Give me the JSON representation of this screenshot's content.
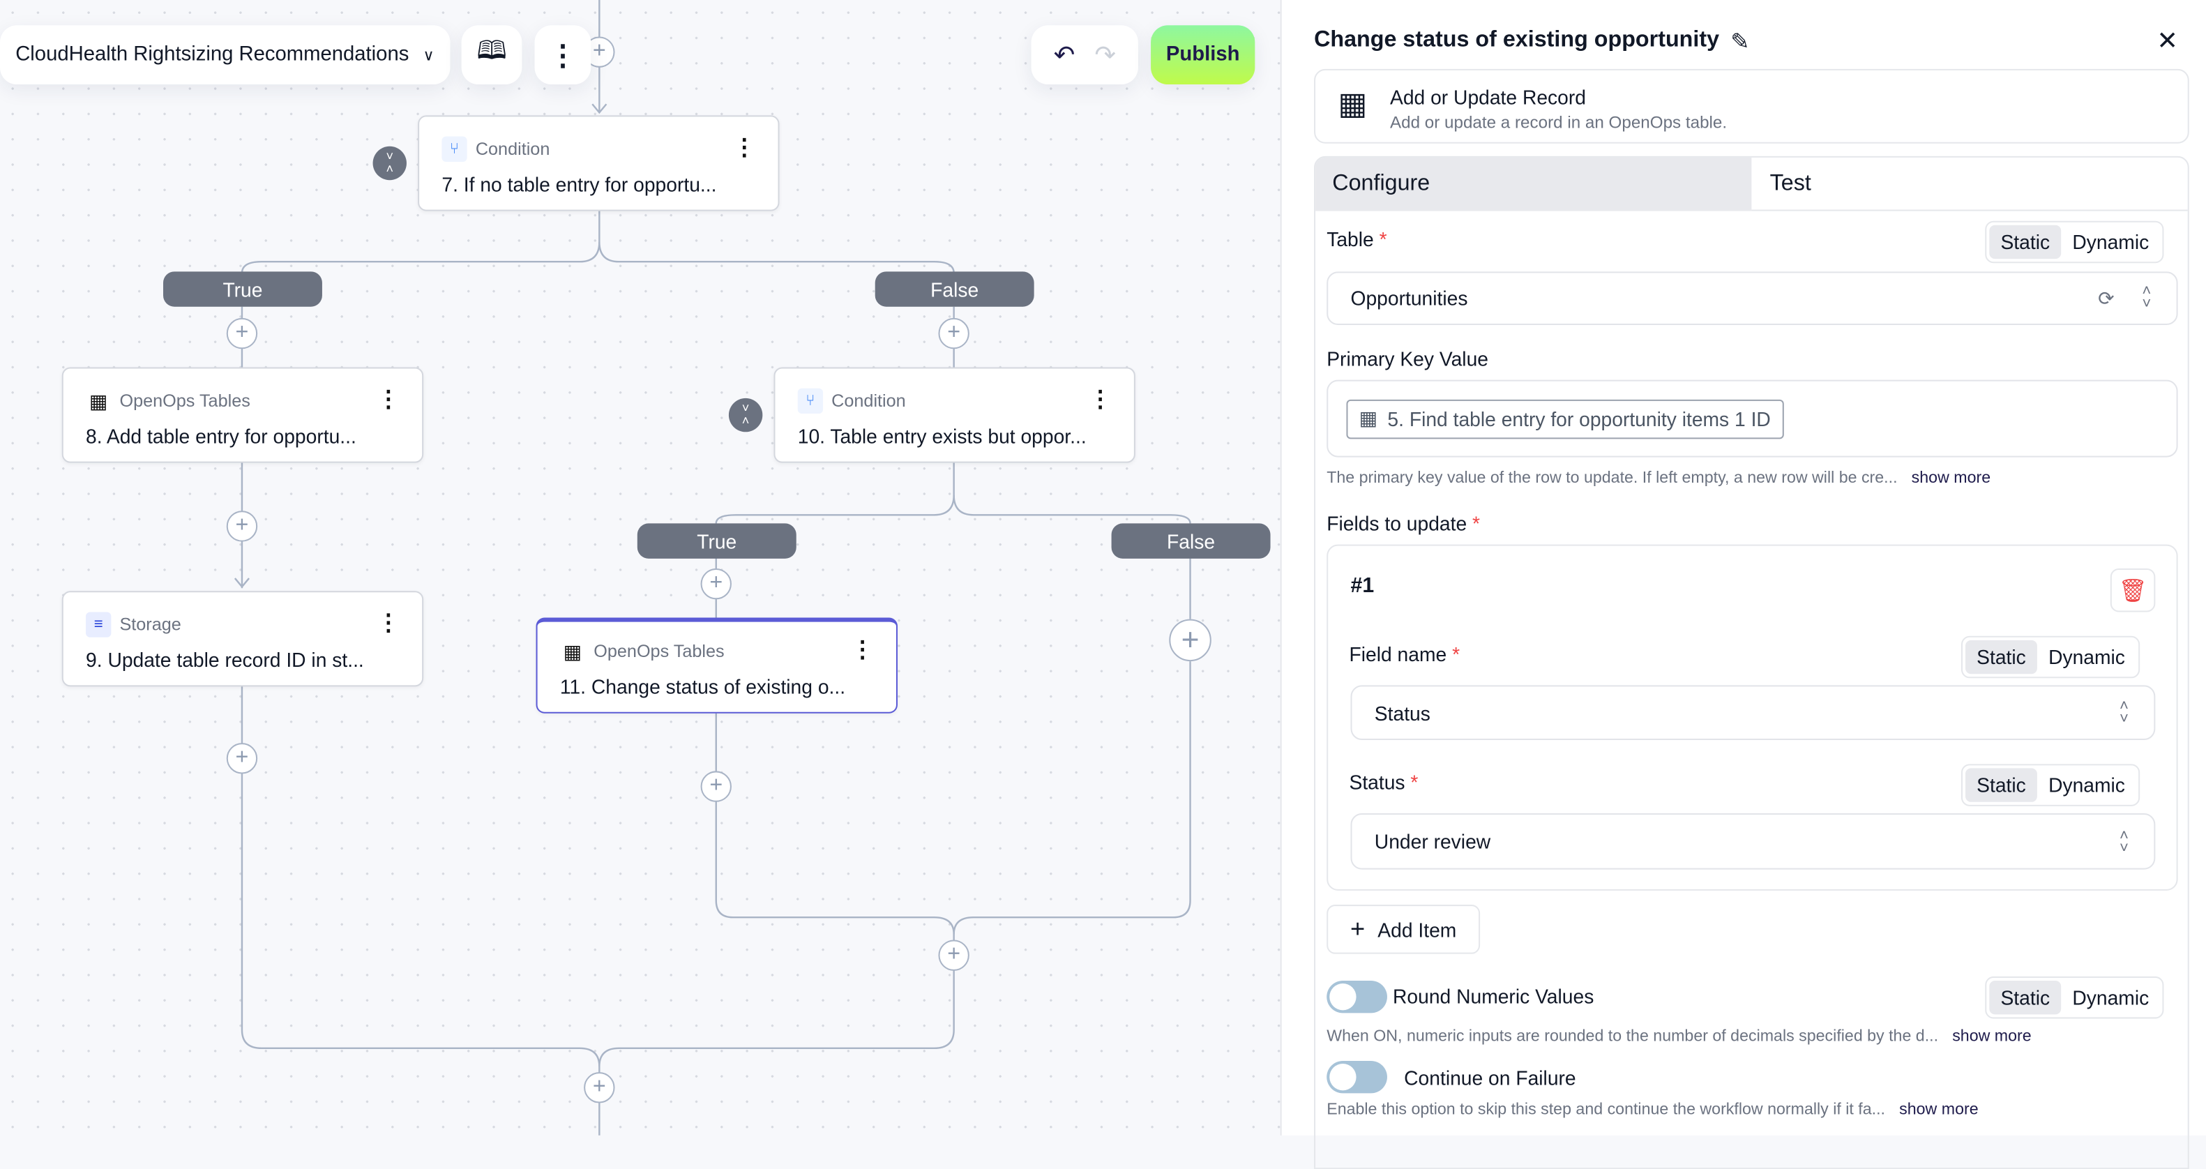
{
  "toolbar": {
    "flow_title": "CloudHealth Rightsizing Recommendations",
    "publish_label": "Publish",
    "publish_gradient": [
      "#8ef7a0",
      "#c0fa4a"
    ]
  },
  "flow": {
    "branch_labels": {
      "true": "True",
      "false": "False"
    },
    "nodes": [
      {
        "kind": "Condition",
        "title": "7. If no table entry for opportu...",
        "icon": "branch-icon"
      },
      {
        "kind": "OpenOps Tables",
        "title": "8. Add table entry for opportu...",
        "icon": "table-icon"
      },
      {
        "kind": "Condition",
        "title": "10. Table entry exists but oppor...",
        "icon": "branch-icon"
      },
      {
        "kind": "Storage",
        "title": "9. Update table record ID in st...",
        "icon": "database-icon"
      },
      {
        "kind": "OpenOps Tables",
        "title": "11. Change status of existing o...",
        "icon": "table-icon",
        "selected": true
      }
    ],
    "accent": "#5b5bd6"
  },
  "panel": {
    "title": "Change status of existing opportunity",
    "action": {
      "name": "Add or Update Record",
      "description": "Add or update a record in an OpenOps table."
    },
    "tabs": [
      {
        "label": "Configure",
        "active": true
      },
      {
        "label": "Test",
        "active": false
      }
    ],
    "mode": {
      "static": "Static",
      "dynamic": "Dynamic"
    },
    "table": {
      "label": "Table",
      "value": "Opportunities"
    },
    "primary_key": {
      "label": "Primary Key Value",
      "chip": "5. Find table entry for opportunity items 1 ID",
      "help": "The primary key value of the row to update. If left empty, a new row will be cre...",
      "show_more": "show more"
    },
    "fields": {
      "label": "Fields to update",
      "item_title": "#1",
      "field_name_label": "Field name",
      "field_name_value": "Status",
      "status_label": "Status",
      "status_value": "Under review",
      "add_item": "Add Item"
    },
    "round": {
      "label": "Round Numeric Values",
      "enabled": false,
      "help": "When ON, numeric inputs are rounded to the number of decimals specified by the d...",
      "show_more": "show more"
    },
    "continue": {
      "label": "Continue on Failure",
      "enabled": false,
      "help": "Enable this option to skip this step and continue the workflow normally if it fa...",
      "show_more": "show more"
    }
  }
}
